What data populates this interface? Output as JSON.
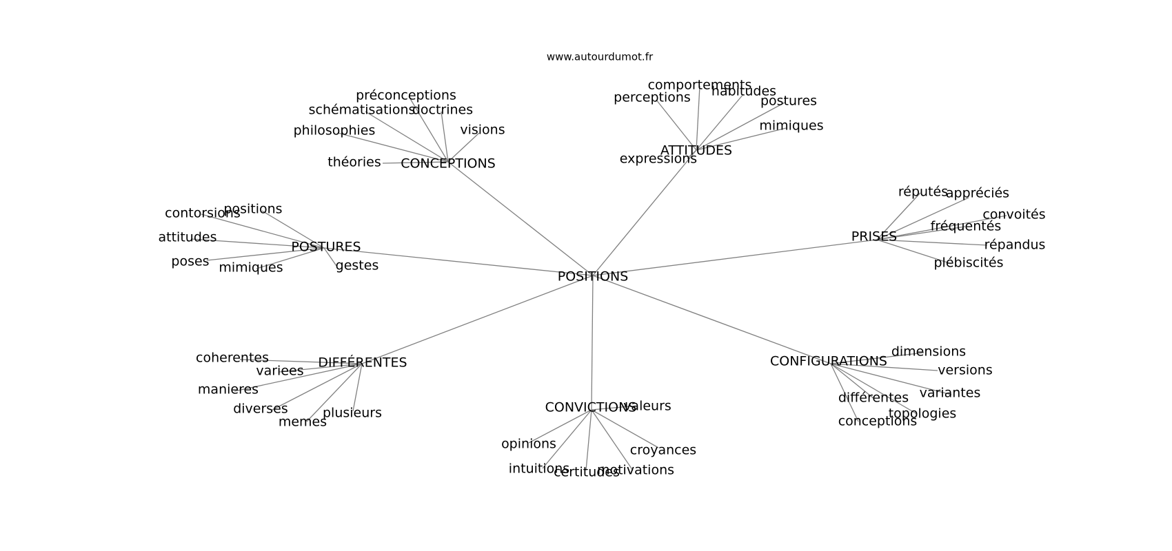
{
  "source": "www.autourdumot.fr",
  "center": "POSITIONS",
  "clusters": [
    {
      "label": "CONCEPTIONS",
      "leaves": [
        "préconceptions",
        "schématisations",
        "doctrines",
        "philosophies",
        "visions",
        "théories"
      ]
    },
    {
      "label": "ATTITUDES",
      "leaves": [
        "comportements",
        "perceptions",
        "habitudes",
        "postures",
        "mimiques",
        "expressions"
      ]
    },
    {
      "label": "POSTURES",
      "leaves": [
        "positions",
        "contorsions",
        "attitudes",
        "poses",
        "mimiques",
        "gestes"
      ]
    },
    {
      "label": "PRISES",
      "leaves": [
        "réputés",
        "appréciés",
        "convoités",
        "fréquentés",
        "répandus",
        "plébiscités"
      ]
    },
    {
      "label": "DIFFÉRENTES",
      "leaves": [
        "coherentes",
        "variees",
        "manieres",
        "diverses",
        "memes",
        "plusieurs"
      ]
    },
    {
      "label": "CONVICTIONS",
      "leaves": [
        "valeurs",
        "opinions",
        "croyances",
        "intuitions",
        "certitudes",
        "motivations"
      ]
    },
    {
      "label": "CONFIGURATIONS",
      "leaves": [
        "dimensions",
        "versions",
        "variantes",
        "différentes",
        "topologies",
        "conceptions"
      ]
    }
  ]
}
